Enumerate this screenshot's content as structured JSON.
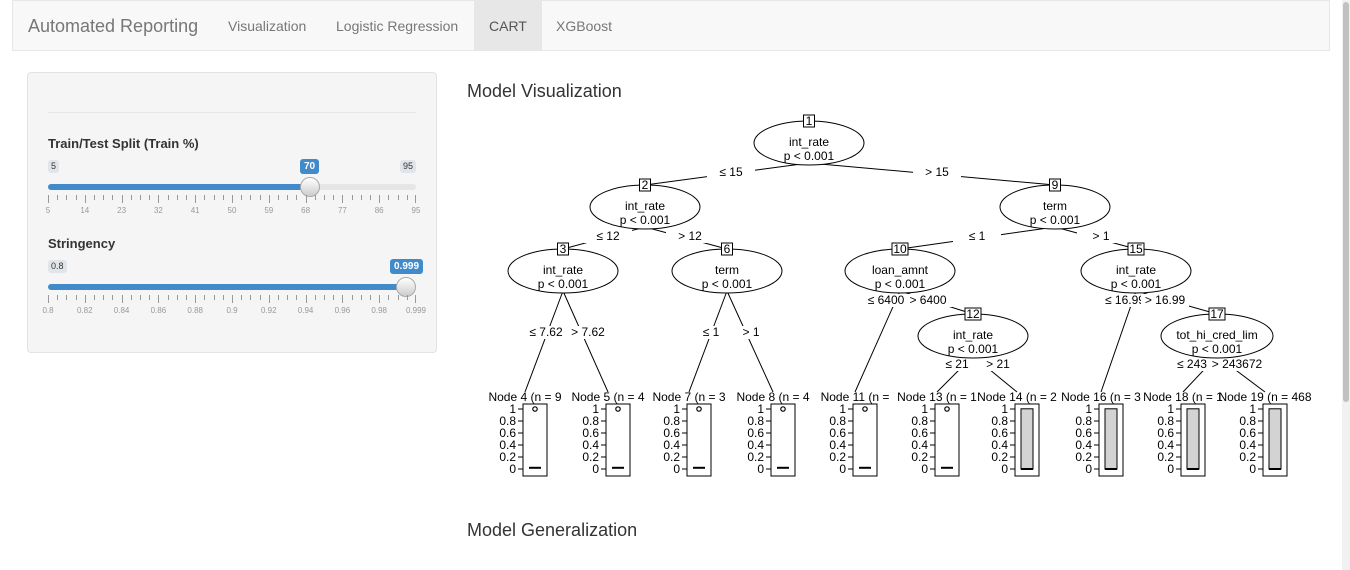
{
  "navbar": {
    "brand": "Automated Reporting",
    "tabs": [
      {
        "label": "Visualization",
        "active": false
      },
      {
        "label": "Logistic Regression",
        "active": false
      },
      {
        "label": "CART",
        "active": true
      },
      {
        "label": "XGBoost",
        "active": false
      }
    ]
  },
  "sidebar": {
    "split": {
      "label": "Train/Test Split (Train %)",
      "min": "5",
      "max": "95",
      "value": "70",
      "ticks": [
        "5",
        "14",
        "23",
        "32",
        "41",
        "50",
        "59",
        "68",
        "77",
        "86",
        "95"
      ]
    },
    "stringency": {
      "label": "Stringency",
      "min": "0.8",
      "max": "0.999",
      "value": "0.999",
      "ticks": [
        "0.8",
        "0.82",
        "0.84",
        "0.86",
        "0.88",
        "0.9",
        "0.92",
        "0.94",
        "0.96",
        "0.98",
        "0.999"
      ]
    }
  },
  "main": {
    "visualization_heading": "Model Visualization",
    "generalization_heading": "Model Generalization"
  },
  "tree": {
    "inner_nodes": [
      {
        "id": "1",
        "var": "int_rate",
        "p": "p < 0.001"
      },
      {
        "id": "2",
        "var": "int_rate",
        "p": "p < 0.001"
      },
      {
        "id": "9",
        "var": "term",
        "p": "p < 0.001"
      },
      {
        "id": "3",
        "var": "int_rate",
        "p": "p < 0.001"
      },
      {
        "id": "6",
        "var": "term",
        "p": "p < 0.001"
      },
      {
        "id": "10",
        "var": "loan_amnt",
        "p": "p < 0.001"
      },
      {
        "id": "15",
        "var": "int_rate",
        "p": "p < 0.001"
      },
      {
        "id": "12",
        "var": "int_rate",
        "p": "p < 0.001"
      },
      {
        "id": "17",
        "var": "tot_hi_cred_lim",
        "p": "p < 0.001"
      }
    ],
    "edges": [
      {
        "label": "≤ 15"
      },
      {
        "label": "> 15"
      },
      {
        "label": "≤ 12"
      },
      {
        "label": "> 12"
      },
      {
        "label": "≤ 1"
      },
      {
        "label": "> 1"
      },
      {
        "label": "≤ 7.62"
      },
      {
        "label": "> 7.62"
      },
      {
        "label": "≤ 1"
      },
      {
        "label": "> 1"
      },
      {
        "label": "≤ 6400"
      },
      {
        "label": "> 6400"
      },
      {
        "label": "≤ 16.99"
      },
      {
        "label": "> 16.99"
      },
      {
        "label": "≤ 21"
      },
      {
        "label": "> 21"
      },
      {
        "label": "≤ 243"
      },
      {
        "label": "> 243672"
      }
    ],
    "terminal_nodes": [
      {
        "title": "Node 4 (n = 9",
        "value": 0.02
      },
      {
        "title": "Node 5 (n = 4",
        "value": 0.02
      },
      {
        "title": "Node 7 (n = 3",
        "value": 0.02
      },
      {
        "title": "Node 8 (n = 4",
        "value": 0.02
      },
      {
        "title": "Node 11 (n = ",
        "value": 0.02
      },
      {
        "title": "Node 13 (n = 1",
        "value": 0.02
      },
      {
        "title": "Node 14 (n = 2",
        "value": 0.97
      },
      {
        "title": "Node 16 (n = 3",
        "value": 0.97
      },
      {
        "title": "Node 18 (n = 1",
        "value": 0.97
      },
      {
        "title": "Node 19 (n = 468",
        "value": 0.97
      }
    ],
    "y_ticks": [
      "1",
      "0.8",
      "0.6",
      "0.4",
      "0.2",
      "0"
    ]
  }
}
